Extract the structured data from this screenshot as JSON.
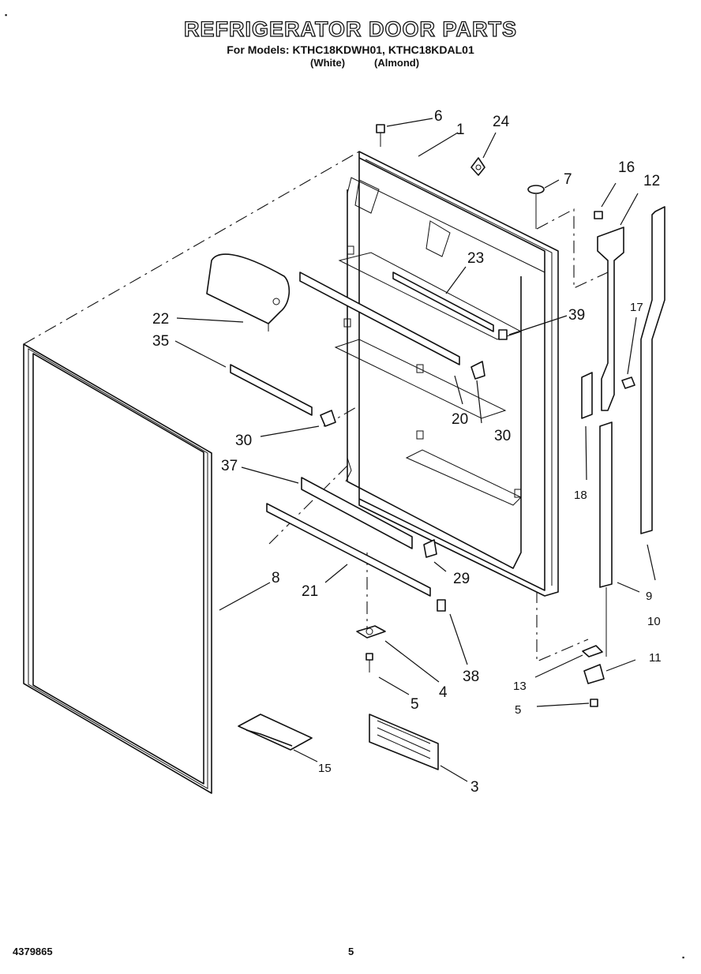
{
  "header": {
    "title": "REFRIGERATOR DOOR PARTS",
    "models_line": "For Models: KTHC18KDWH01, KTHC18KDAL01",
    "variant_white": "(White)",
    "variant_almond": "(Almond)"
  },
  "callouts": {
    "c1": "1",
    "c3": "3",
    "c4": "4",
    "c5a": "5",
    "c5b": "5",
    "c6": "6",
    "c7": "7",
    "c8": "8",
    "c9": "9",
    "c10": "10",
    "c11": "11",
    "c12": "12",
    "c13": "13",
    "c15": "15",
    "c16": "16",
    "c17": "17",
    "c18": "18",
    "c20": "20",
    "c21": "21",
    "c22": "22",
    "c23": "23",
    "c24": "24",
    "c29": "29",
    "c30a": "30",
    "c30b": "30",
    "c35": "35",
    "c37": "37",
    "c38": "38",
    "c39": "39"
  },
  "footer": {
    "doc_number": "4379865",
    "page_number": "5"
  }
}
